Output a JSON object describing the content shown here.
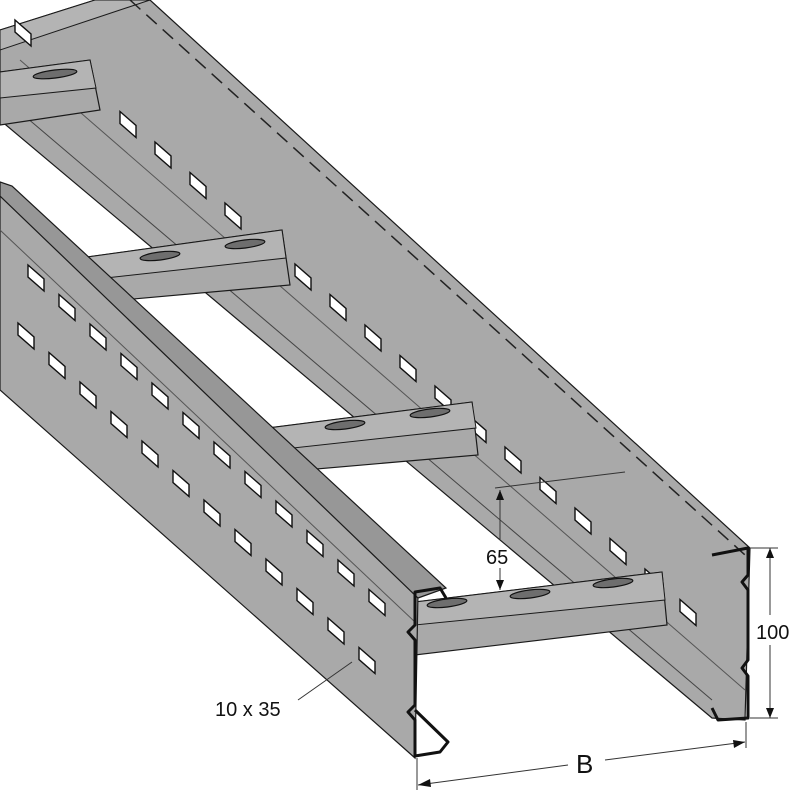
{
  "title": "Cable ladder dimension drawing",
  "dimensions": {
    "rung_offset": "65",
    "height": "100",
    "width": "B",
    "slot_size": "10 x 35"
  },
  "colors": {
    "metal": "#a9a9a9",
    "outline": "#111111"
  }
}
